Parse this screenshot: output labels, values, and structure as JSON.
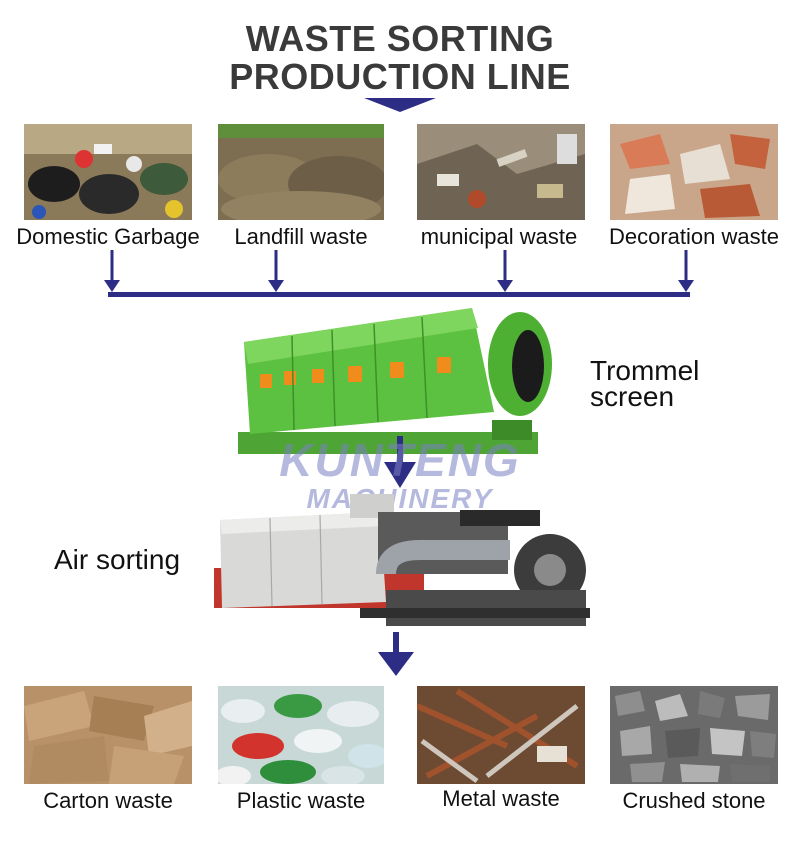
{
  "title": {
    "line1": "WASTE SORTING",
    "line2": "PRODUCTION LINE"
  },
  "inputs": [
    {
      "label": "Domestic Garbage",
      "image": "garbage-pile-photo"
    },
    {
      "label": "Landfill waste",
      "image": "landfill-photo"
    },
    {
      "label": "municipal waste",
      "image": "municipal-waste-photo"
    },
    {
      "label": "Decoration waste",
      "image": "rubble-photo"
    }
  ],
  "machines": {
    "trommel": {
      "line1": "Trommel",
      "line2": "screen",
      "image": "green-trommel-screen-machine"
    },
    "air": {
      "label": "Air sorting",
      "image": "air-sorting-machine"
    }
  },
  "watermark": {
    "line1": "KUNTENG",
    "line2": "MACHINERY"
  },
  "outputs": [
    {
      "label": "Carton waste",
      "image": "cardboard-photo"
    },
    {
      "label": "Plastic waste",
      "image": "plastic-bottles-photo"
    },
    {
      "label": "Metal waste",
      "image": "scrap-metal-photo"
    },
    {
      "label": "Crushed stone",
      "image": "gravel-photo"
    }
  ],
  "colors": {
    "accent": "#2e2d85",
    "title": "#3a3a3a",
    "machine_green": "#5cc040",
    "panel_orange": "#f08c1c"
  }
}
